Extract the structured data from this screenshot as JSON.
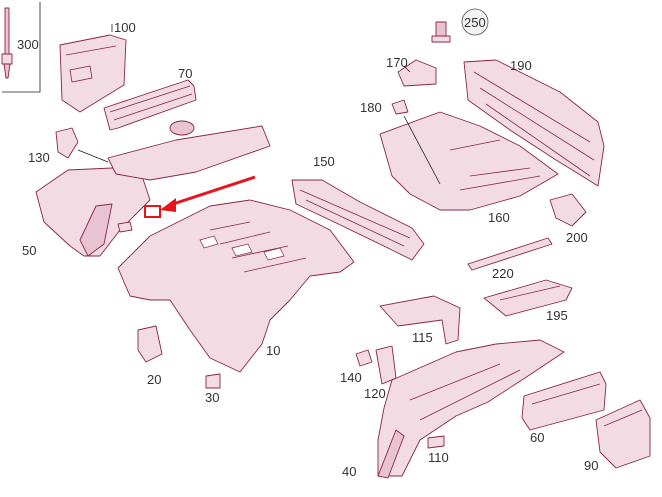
{
  "labels": {
    "l100": "100",
    "l70": "70",
    "l300": "300",
    "l130": "130",
    "l50": "50",
    "l20": "20",
    "l30": "30",
    "l10": "10",
    "l150": "150",
    "l250": "250",
    "l170": "170",
    "l190": "190",
    "l180": "180",
    "l160": "160",
    "l200": "200",
    "l220": "220",
    "l195": "195",
    "l115": "115",
    "l140": "140",
    "l120": "120",
    "l40": "40",
    "l110": "110",
    "l60": "60",
    "l90": "90"
  },
  "highlight": {
    "color": "#e8141d"
  }
}
